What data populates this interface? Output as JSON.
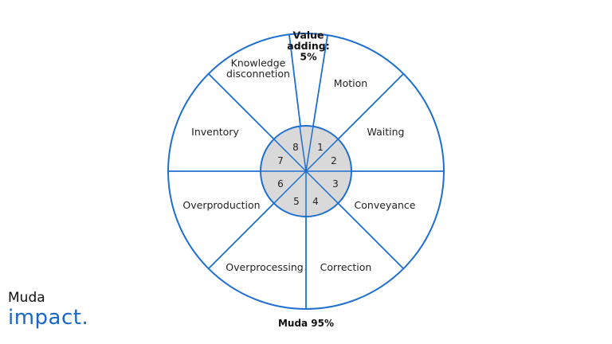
{
  "colors": {
    "line": "#1e6fd0",
    "inner_fill": "#d9d9d9",
    "text": "#222222",
    "brand": "#1a66c9"
  },
  "segments": [
    {
      "key": "value",
      "label": [
        "Value",
        "adding:",
        "5%"
      ],
      "bold": true,
      "number": "1"
    },
    {
      "key": "motion",
      "label": [
        "Motion"
      ],
      "bold": false,
      "number": "2"
    },
    {
      "key": "waiting",
      "label": [
        "Waiting"
      ],
      "bold": false,
      "number": "3"
    },
    {
      "key": "conveyance",
      "label": [
        "Conveyance"
      ],
      "bold": false,
      "number": "4"
    },
    {
      "key": "correction",
      "label": [
        "Correction"
      ],
      "bold": false,
      "number": "5"
    },
    {
      "key": "overprocessing",
      "label": [
        "Overprocessing"
      ],
      "bold": false,
      "number": "6"
    },
    {
      "key": "overproduction",
      "label": [
        "Overproduction"
      ],
      "bold": false,
      "number": "7"
    },
    {
      "key": "inventory",
      "label": [
        "Inventory"
      ],
      "bold": false,
      "number": "8"
    },
    {
      "key": "knowledge",
      "label": [
        "Knowledge",
        "disconnetion"
      ],
      "bold": false,
      "number": ""
    }
  ],
  "footer_label": "Muda 95%",
  "brand": {
    "title": "Muda",
    "logo_text": "impact."
  }
}
